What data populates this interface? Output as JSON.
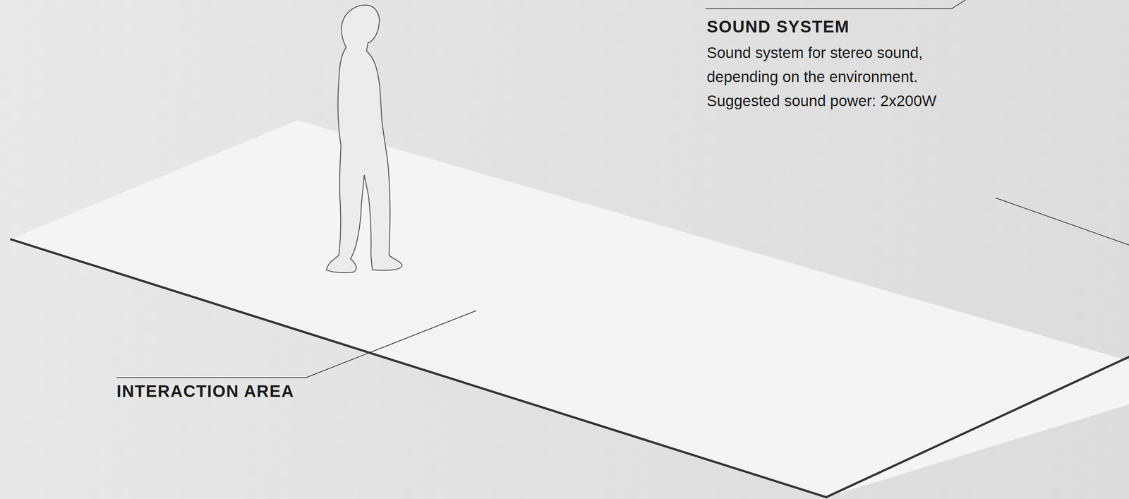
{
  "diagram": {
    "labels": [
      "SOUND SYSTEM",
      "Sound system for stereo sound, depending on the environment. Suggested sound power: 2x200W",
      "INTERACTION AREA"
    ]
  }
}
